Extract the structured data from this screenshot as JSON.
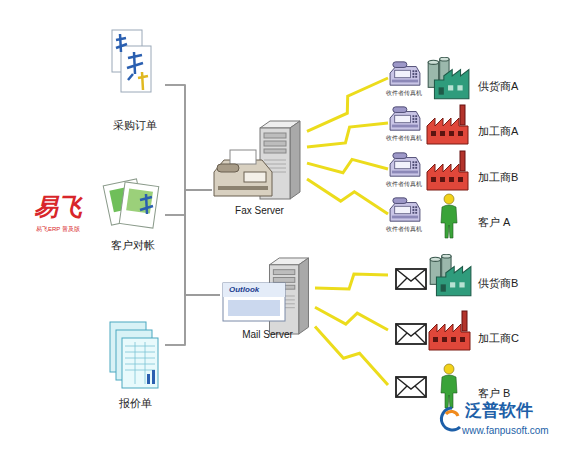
{
  "diagram": {
    "nodes": [
      {
        "text": [
          "采购订单"
        ]
      },
      {
        "text": [
          "客户对帐"
        ]
      },
      {
        "text": [
          "报价单"
        ]
      },
      {
        "text": [
          "Fax Server"
        ]
      },
      {
        "text": [
          "Mail Server"
        ]
      },
      {
        "text": [
          "供货商A"
        ]
      },
      {
        "text": [
          "加工商A"
        ]
      },
      {
        "text": [
          "加工商B"
        ]
      },
      {
        "text": [
          "客户 A"
        ]
      },
      {
        "text": [
          "供货商B"
        ]
      },
      {
        "text": [
          "加工商C"
        ]
      },
      {
        "text": [
          "客户 B"
        ]
      }
    ],
    "edges": [
      {
        "from": 0,
        "to": 3,
        "arrow": "none"
      },
      {
        "from": 0,
        "to": 4,
        "arrow": "none"
      },
      {
        "from": 1,
        "to": 3,
        "arrow": "none"
      },
      {
        "from": 1,
        "to": 4,
        "arrow": "none"
      },
      {
        "from": 2,
        "to": 3,
        "arrow": "none"
      },
      {
        "from": 2,
        "to": 4,
        "arrow": "none"
      },
      {
        "from": 3,
        "to": 5,
        "arrow": "none"
      },
      {
        "from": 3,
        "to": 6,
        "arrow": "none"
      },
      {
        "from": 3,
        "to": 7,
        "arrow": "none"
      },
      {
        "from": 3,
        "to": 8,
        "arrow": "none"
      },
      {
        "from": 4,
        "to": 9,
        "arrow": "none"
      },
      {
        "from": 4,
        "to": 10,
        "arrow": "none"
      },
      {
        "from": 4,
        "to": 11,
        "arrow": "none"
      }
    ],
    "labels": [
      "易飞",
      "易飞ERP 普及版",
      "收件者传真机",
      "收件者传真机",
      "收件者传真机",
      "收件者传真机",
      "Outlook",
      "泛普软件",
      "www.fanpusoft.com"
    ]
  }
}
